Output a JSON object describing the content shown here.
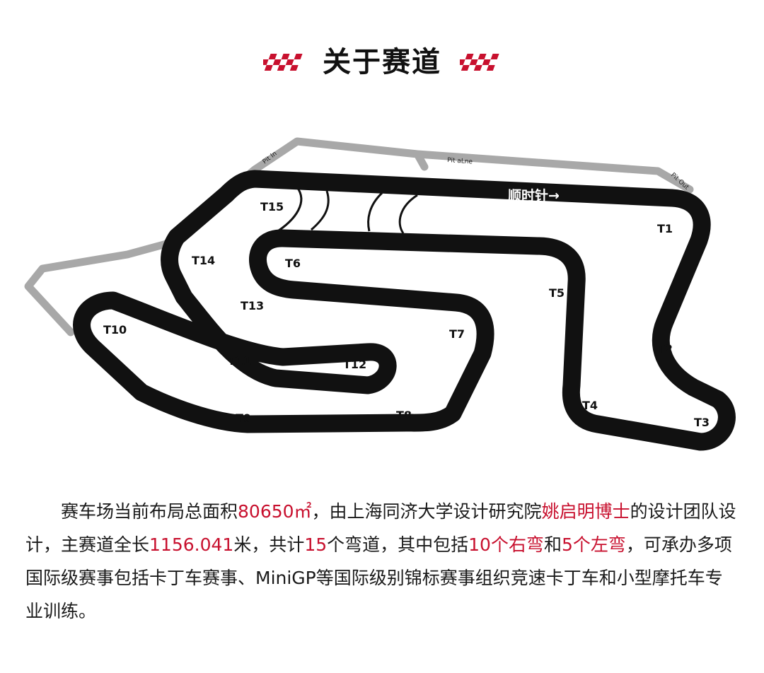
{
  "header": {
    "title": "关于赛道"
  },
  "map": {
    "direction_label": "顺时针→",
    "pit_labels": {
      "pit_in": "Pit In",
      "pit_lane": "Pit aLne",
      "pit_out": "Pit Out"
    },
    "turns": [
      "T1",
      "T2",
      "T3",
      "T4",
      "T5",
      "T6",
      "T7",
      "T8",
      "T9",
      "T10",
      "T11",
      "T12",
      "T13",
      "T14",
      "T15"
    ],
    "colors": {
      "track": "#111111",
      "pit_lane": "#a8a8a8",
      "accent": "#c8102e"
    }
  },
  "description": {
    "p1": "赛车场当前布局总面积",
    "area": "80650㎡",
    "p2": "，由上海同济大学设计研究院",
    "designer": "姚启明博士",
    "p3": "的设计团队设计，主赛道全长",
    "length": "1156.041",
    "p4": "米，共计",
    "turn_count": "15",
    "p5": "个弯道，其中包括",
    "right_turns": "10个右弯",
    "p6": "和",
    "left_turns": "5个左弯",
    "p7": "，可承办多项国际级赛事包括卡丁车赛事、MiniGP等国际级别锦标赛事组织竞速卡丁车和小型摩托车专业训练。"
  }
}
